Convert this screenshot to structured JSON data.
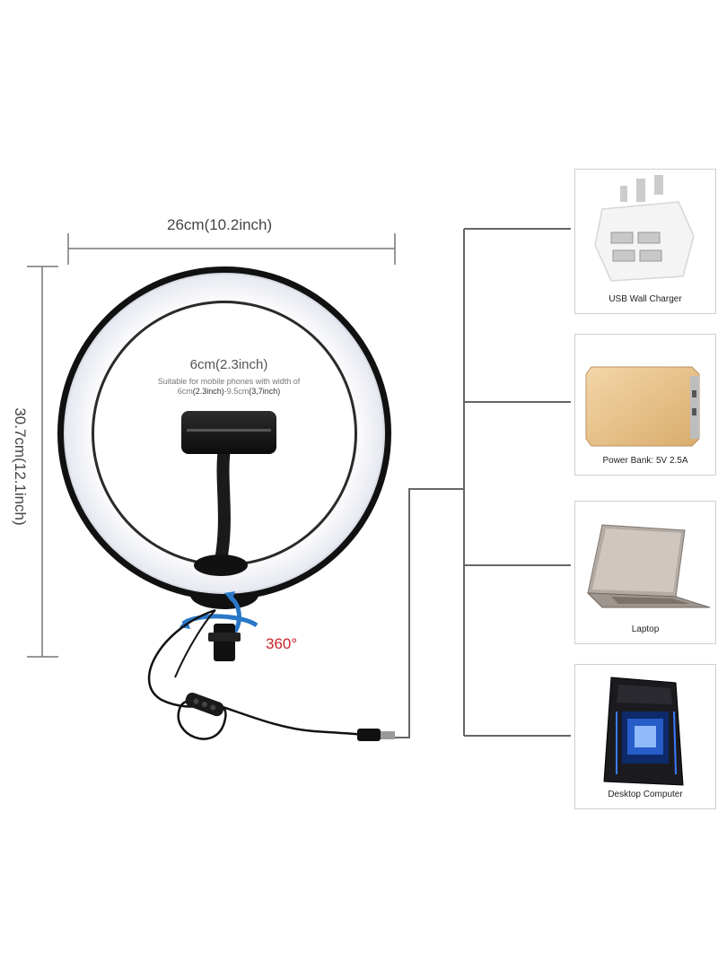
{
  "dimensions": {
    "width_label": "26cm(10.2inch)",
    "height_label": "30.7cm(12.1inch)"
  },
  "phone_holder": {
    "size_label": "6cm(2.3inch)",
    "desc_line1": "Suitable for mobile phones with width of",
    "desc_line2_a": "6cm",
    "desc_line2_b": "(2.3inch)",
    "desc_line2_c": "-9.5cm",
    "desc_line2_d": "(3,7inch)"
  },
  "rotation": {
    "label": "360°"
  },
  "power_sources": [
    {
      "icon": "usb-wall-charger-icon",
      "caption": "USB Wall Charger"
    },
    {
      "icon": "power-bank-icon",
      "caption": "Power Bank: 5V 2.5A"
    },
    {
      "icon": "laptop-icon",
      "caption": "Laptop"
    },
    {
      "icon": "desktop-computer-icon",
      "caption": "Desktop Computer"
    }
  ],
  "colors": {
    "ring_light": "#eef0f6",
    "ring_body": "#111111",
    "rotation_arrow": "#2a78c8",
    "rotation_text": "#c8262b",
    "connector_line": "#666666"
  }
}
